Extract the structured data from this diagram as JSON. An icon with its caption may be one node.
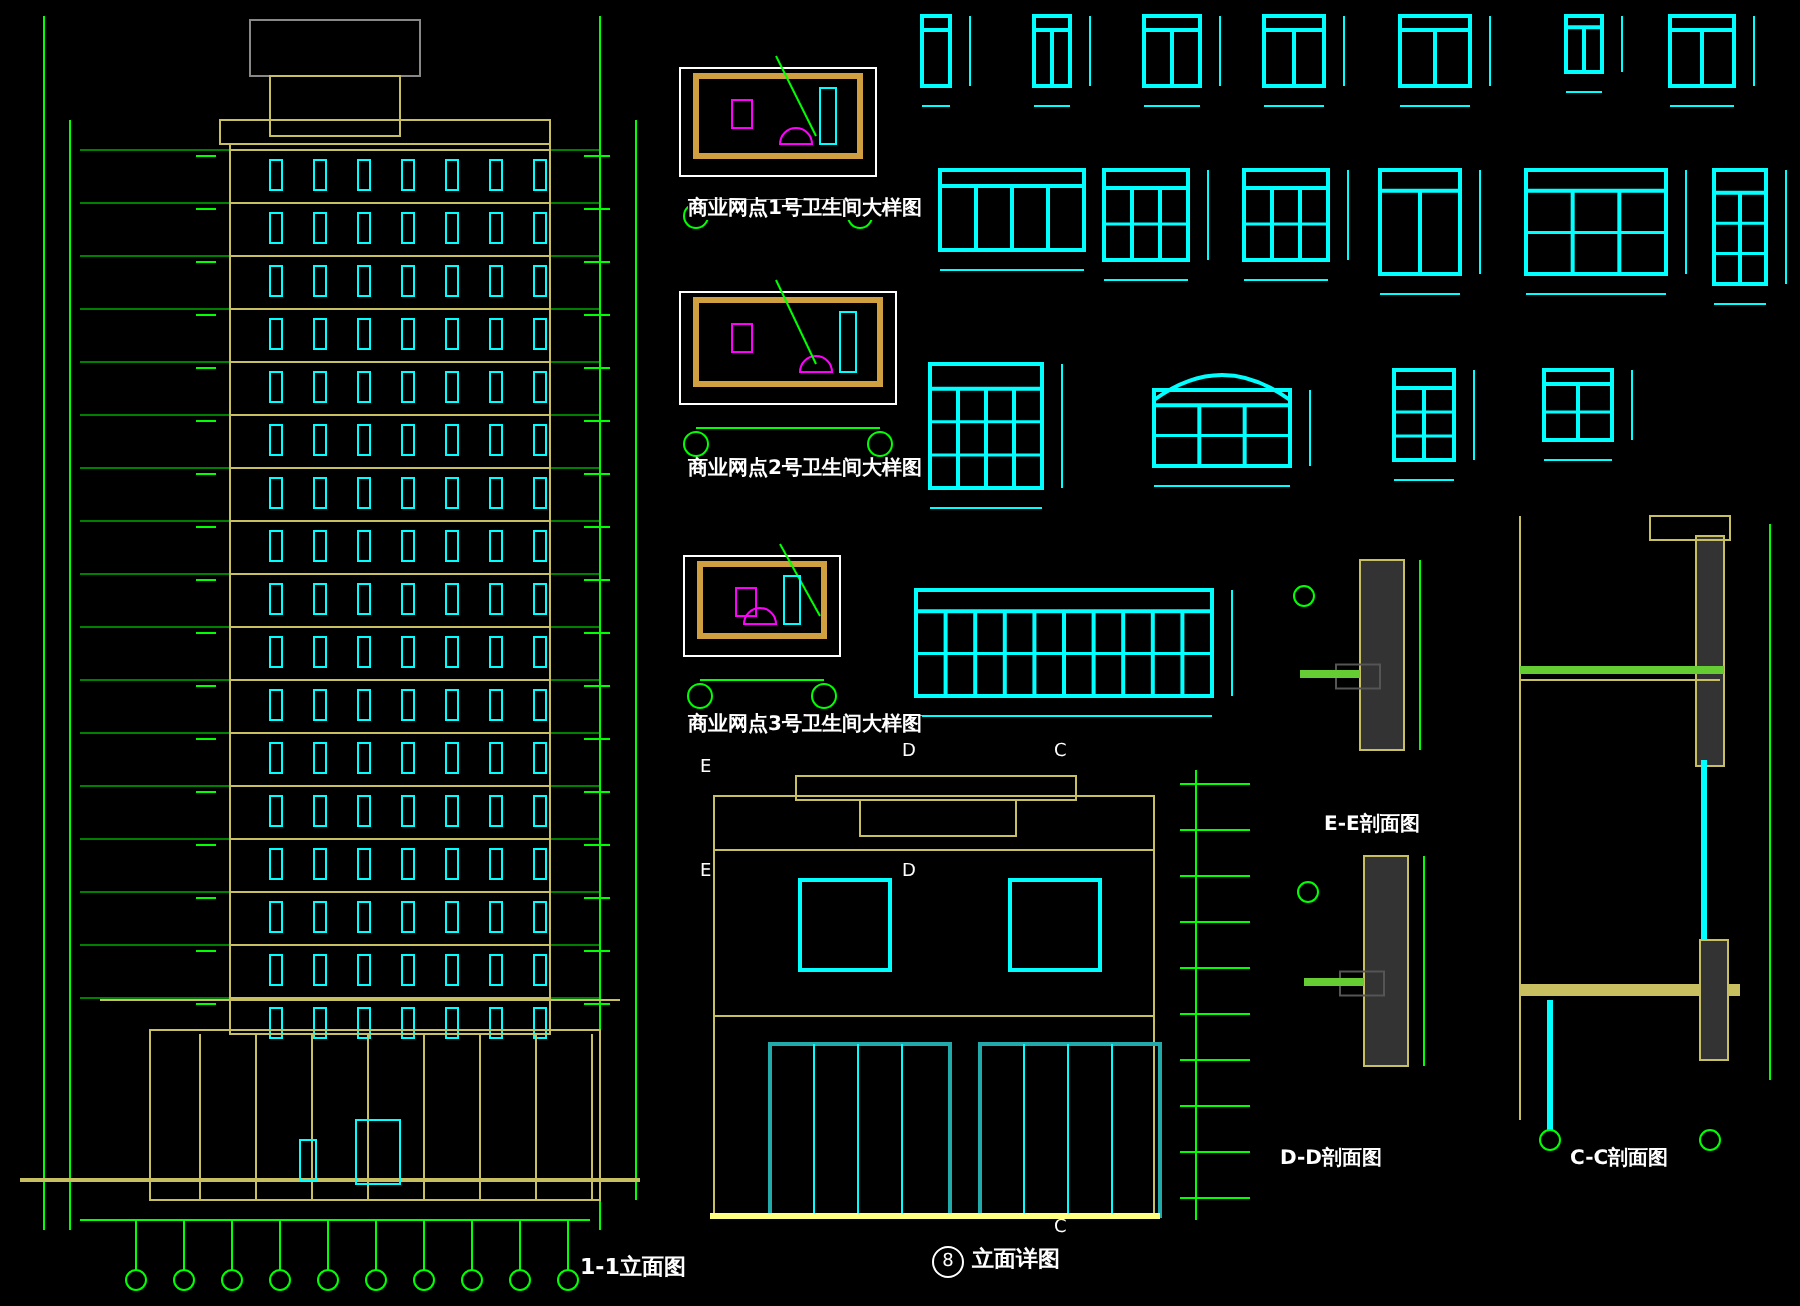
{
  "diagram": {
    "labels": [
      "商业网点1号卫生间大样图",
      "商业网点2号卫生间大样图",
      "商业网点3号卫生间大样图",
      "D",
      "C",
      "E",
      "E-E剖面图",
      "E",
      "D",
      "D-D剖面图",
      "C-C剖面图",
      "C",
      "1-1立面图",
      "8",
      "立面详图"
    ]
  }
}
